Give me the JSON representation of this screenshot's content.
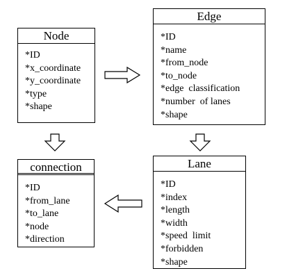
{
  "entities": {
    "node": {
      "title": "Node",
      "attributes": [
        "*ID",
        "*x_coordinate",
        "*y_coordinate",
        "*type",
        "*shape"
      ]
    },
    "edge": {
      "title": "Edge",
      "attributes": [
        "*ID",
        "*name",
        "*from_node",
        "*to_node",
        "*edge  classification",
        "*number  of lanes",
        "*shape"
      ]
    },
    "lane": {
      "title": "Lane",
      "attributes": [
        "*ID",
        "*index",
        "*length",
        "*width",
        "*speed  limit",
        "*forbidden",
        "*shape"
      ]
    },
    "connection": {
      "title": "connection",
      "attributes": [
        "*ID",
        "*from_lane",
        "*to_lane",
        "*node",
        "*direction"
      ]
    }
  },
  "arrows": [
    {
      "from": "node",
      "to": "edge",
      "direction": "right"
    },
    {
      "from": "node",
      "to": "connection",
      "direction": "down"
    },
    {
      "from": "edge",
      "to": "lane",
      "direction": "down"
    },
    {
      "from": "lane",
      "to": "connection",
      "direction": "left"
    }
  ],
  "colors": {
    "stroke": "#000000",
    "fill": "#ffffff"
  }
}
